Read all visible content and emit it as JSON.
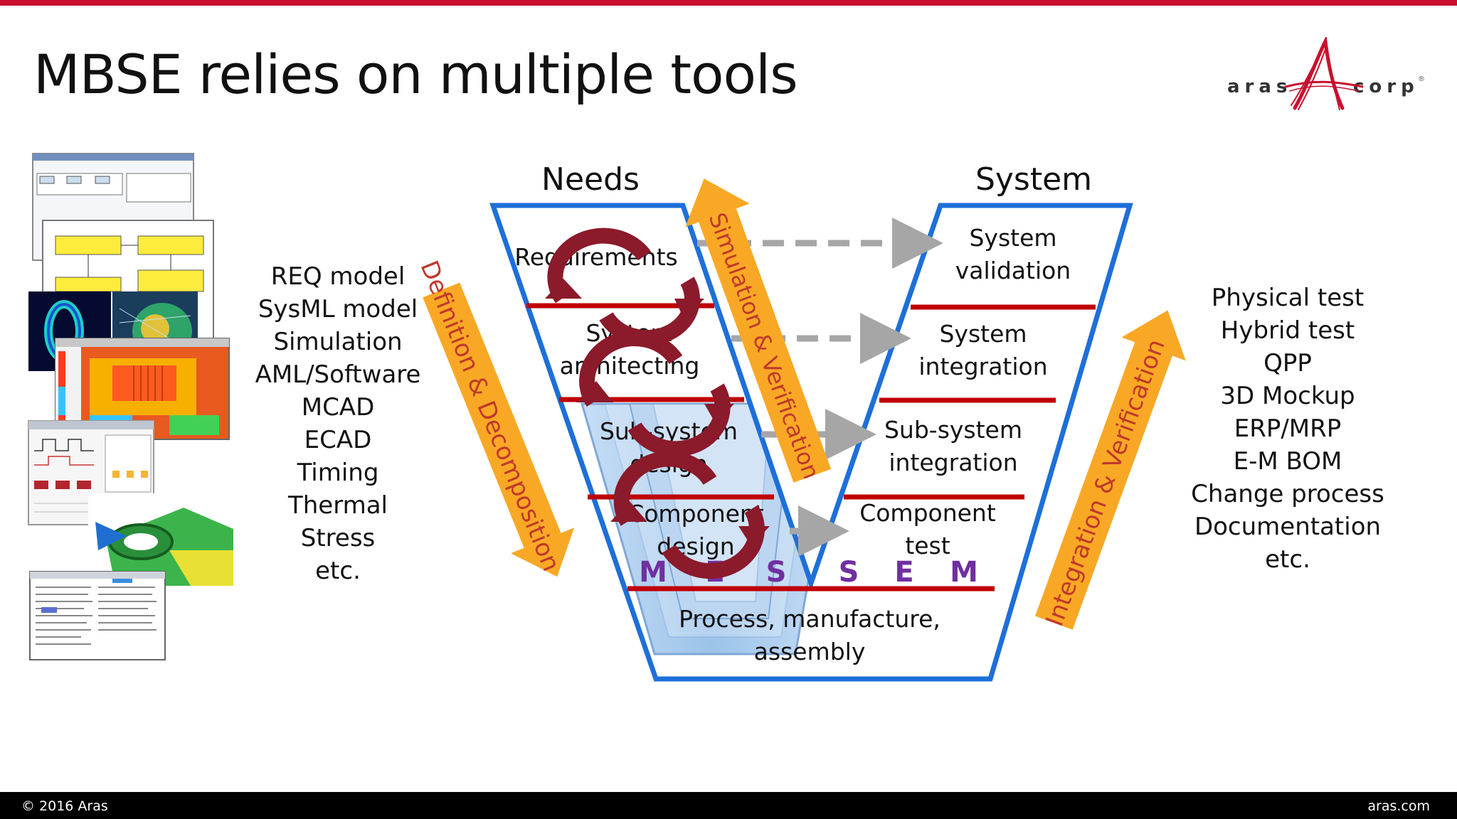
{
  "slide": {
    "title": "MBSE relies on multiple tools"
  },
  "logo": {
    "left_word": "aras",
    "right_word": "corp",
    "mark": "®",
    "accent_color": "#c8102e"
  },
  "left_tools": [
    "REQ model",
    "SysML model",
    "Simulation",
    "AML/Software",
    "MCAD",
    "ECAD",
    "Timing",
    "Thermal",
    "Stress",
    "etc."
  ],
  "right_tools": [
    "Physical test",
    "Hybrid test",
    "QPP",
    "3D Mockup",
    "ERP/MRP",
    "E-M BOM",
    "Change process",
    "Documentation",
    "etc."
  ],
  "vee": {
    "needs_label": "Needs",
    "system_label": "System",
    "left_stages": [
      [
        "Requirements"
      ],
      [
        "System",
        "architecting"
      ],
      [
        "Sub-system",
        "design"
      ],
      [
        "Component",
        "design"
      ]
    ],
    "right_stages": [
      [
        "System",
        "validation"
      ],
      [
        "System",
        "integration"
      ],
      [
        "Sub-system",
        "integration"
      ],
      [
        "Component",
        "test"
      ]
    ],
    "bottom_stage": [
      "Process, manufacture,",
      "assembly"
    ],
    "left_arrow_label": "Definition & Decomposition",
    "sim_arrow_label": "Simulation & Verification",
    "right_arrow_label": "Integration & Verification",
    "mess_letters": [
      "M",
      "E",
      "S",
      "S",
      "E",
      "M"
    ],
    "colors": {
      "vee_outline": "#1e6fd9",
      "stage_divider": "#c00000",
      "inner_fill": "#a9cdf0",
      "orange_arrow": "#f9a825",
      "orange_text": "#c0392b",
      "cycle_arrow": "#8b1a2b",
      "mess_letters": "#7030a0",
      "dashed_arrow": "#a6a6a6"
    }
  },
  "footer": {
    "copyright": "© 2016 Aras",
    "site": "aras.com"
  }
}
